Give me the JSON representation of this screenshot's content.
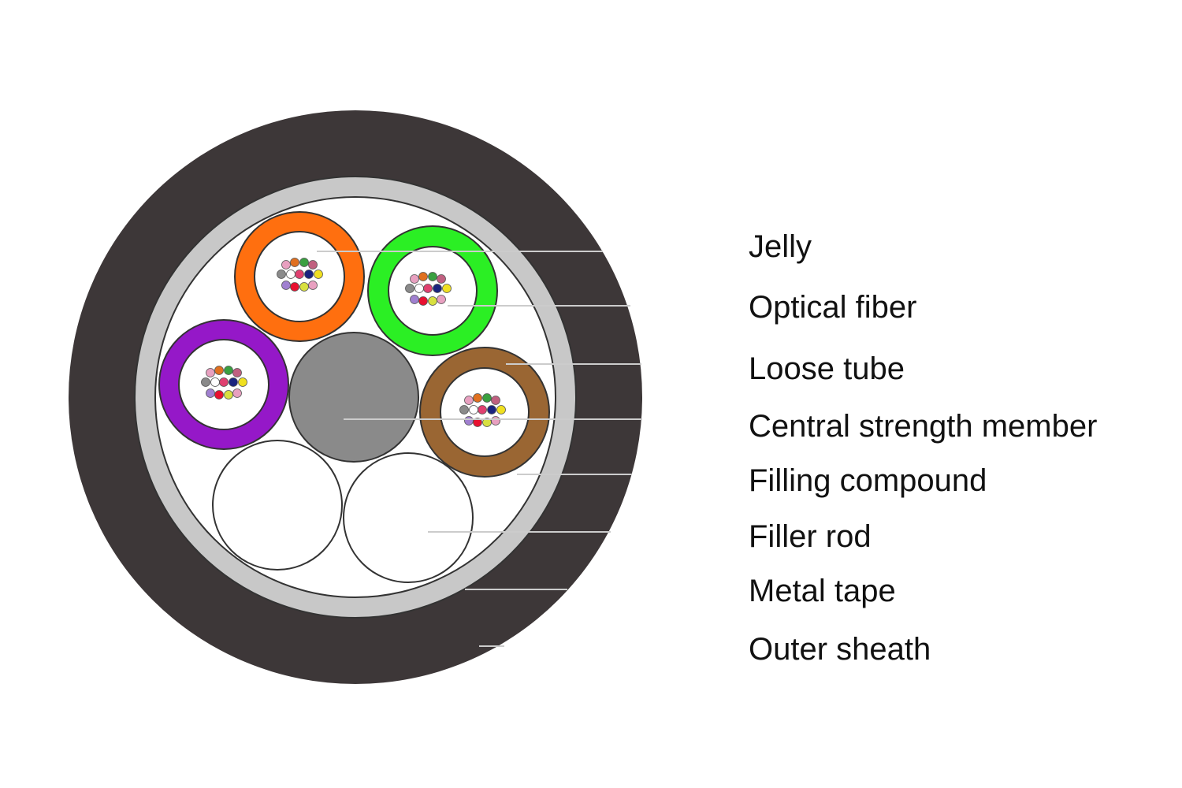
{
  "labels": [
    {
      "id": "jelly",
      "text": "Jelly"
    },
    {
      "id": "optical-fiber",
      "text": "Optical fiber"
    },
    {
      "id": "loose-tube",
      "text": "Loose tube"
    },
    {
      "id": "central-strength-member",
      "text": "Central strength member"
    },
    {
      "id": "filling-compound",
      "text": "Filling compound"
    },
    {
      "id": "filler-rod",
      "text": "Filler rod"
    },
    {
      "id": "metal-tape",
      "text": "Metal tape"
    },
    {
      "id": "outer-sheath",
      "text": "Outer sheath"
    }
  ],
  "colors": {
    "outer_sheath": "#3d3738",
    "metal_tape": "#c8c8c8",
    "filling": "#ffffff",
    "central_member": "#8a8a8a",
    "tube_orange": "#ff6f0f",
    "tube_green": "#2bef24",
    "tube_purple": "#9518c8",
    "tube_brown": "#9a6633",
    "filler_rod": "#ffffff",
    "leader_line": "#cccccc"
  },
  "fiber_colors": [
    "#e8a0c0",
    "#e07020",
    "#3aa040",
    "#c06080",
    "#8a8a8a",
    "#ffffff",
    "#e04070",
    "#1a237e",
    "#f0e020",
    "#a080d0",
    "#e81030",
    "#d8e040"
  ]
}
